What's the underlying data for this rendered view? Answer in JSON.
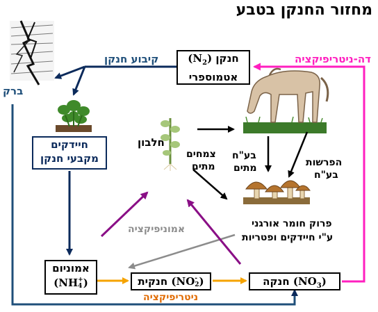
{
  "title": "מחזור החנקן בטבע",
  "nodes": {
    "atmospheric_nitrogen": {
      "line1": "חנקן",
      "formula": "(N",
      "formula_sub": "2",
      "formula_end": ")",
      "line2": "אטמוספרי"
    },
    "fixing_bacteria": {
      "line1": "חיידקים",
      "line2": "מקבעי חנקן"
    },
    "ammonium": {
      "line1": "אמוניום",
      "formula": "(NH",
      "formula_sub": "4",
      "formula_sup": "+",
      "formula_end": ")"
    },
    "nitrite": {
      "name": "חנקית",
      "formula": "(NO",
      "formula_sub": "2",
      "formula_sup": "-",
      "formula_end": ")"
    },
    "nitrate": {
      "name": "חנקה",
      "formula": "(NO",
      "formula_sub": "3",
      "formula_end": ")"
    }
  },
  "labels": {
    "nitrogen_fixation": "קיבוע חנקן",
    "lightning": "ברק",
    "denitrification": "דה-ניטריפיקציה",
    "clover": "חלבון",
    "dead_plants_1": "צמחים",
    "dead_plants_2": "מתים",
    "dead_animals_1": "בע\"ח",
    "dead_animals_2": "מתים",
    "excretions_1": "הפרשות",
    "excretions_2": "בע\"ח",
    "decomposition_1": "פרוק חומר אורגני",
    "decomposition_2": "ע\"י חיידקים ופטריות",
    "ammonification": "אמוניפיקציה",
    "nitrification": "ניטריפיקציה"
  },
  "colors": {
    "navy": "#0b2a5b",
    "magenta": "#ff1fbf",
    "purple": "#8a0f86",
    "orange": "#f5a300",
    "gray": "#8c8c8c",
    "teal": "#1f4f7a",
    "nitrif_text": "#e06a00"
  }
}
